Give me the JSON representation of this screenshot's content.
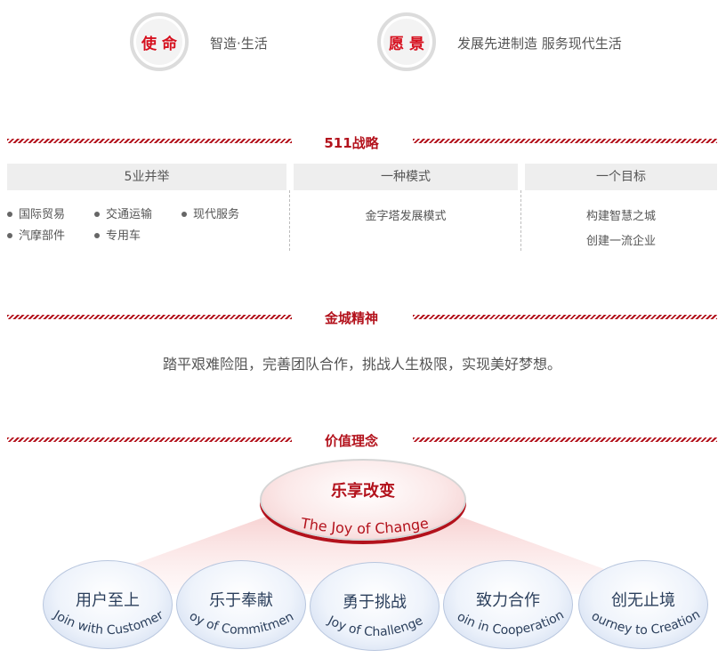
{
  "mission": {
    "label": "使命",
    "text": "智造·生活"
  },
  "vision": {
    "label": "愿景",
    "text": "发展先进制造 服务现代生活"
  },
  "strategy": {
    "title": "511战略",
    "columns": [
      {
        "header": "5业并举",
        "items": [
          "国际贸易",
          "交通运输",
          "现代服务",
          "汽摩部件",
          "专用车"
        ]
      },
      {
        "header": "一种模式",
        "items": [
          "金字塔发展模式"
        ]
      },
      {
        "header": "一个目标",
        "items": [
          "构建智慧之城",
          "创建一流企业"
        ]
      }
    ]
  },
  "spirit": {
    "title": "金城精神",
    "text": "踏平艰难险阻，完善团队合作，挑战人生极限，实现美好梦想。"
  },
  "values": {
    "title": "价值理念",
    "lead": {
      "cn": "乐享改变",
      "en": "The Joy of Change"
    },
    "items": [
      {
        "cn": "用户至上",
        "en": "Join with Customer"
      },
      {
        "cn": "乐于奉献",
        "en": "Joy of Commitment"
      },
      {
        "cn": "勇于挑战",
        "en": "Joy of Challenge"
      },
      {
        "cn": "致力合作",
        "en": "Join in Cooperation"
      },
      {
        "cn": "创无止境",
        "en": "Journey to Creation"
      }
    ]
  },
  "colors": {
    "accent": "#b3121c",
    "badge_text": "#d6101e",
    "bubble_text": "#2b3f5c"
  }
}
